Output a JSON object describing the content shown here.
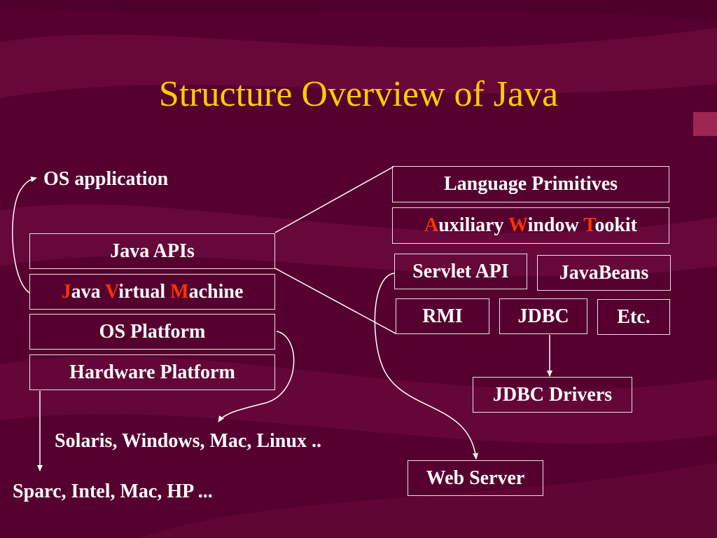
{
  "slide": {
    "title": "Structure Overview of Java"
  },
  "colors": {
    "background": "#5a0030",
    "title": "#ffcc00",
    "text": "#ffffff",
    "highlight": "#ff3300",
    "border": "#e8e0e4"
  },
  "left_stack": {
    "os_application": "OS application",
    "java_apis": "Java APIs",
    "jvm": {
      "j": "J",
      "j_rest": "ava ",
      "v": "V",
      "v_rest": "irtual ",
      "m": "M",
      "m_rest": "achine"
    },
    "os_platform": "OS Platform",
    "hardware_platform": "Hardware Platform",
    "os_examples": "Solaris, Windows, Mac, Linux ..",
    "hardware_examples": "Sparc, Intel, Mac, HP ..."
  },
  "right_group": {
    "language_primitives": "Language Primitives",
    "awt": {
      "a": "A",
      "a_rest": "uxiliary ",
      "w": "W",
      "w_rest": "indow ",
      "t": "T",
      "t_rest": "ookit"
    },
    "servlet_api": "Servlet API",
    "javabeans": "JavaBeans",
    "rmi": "RMI",
    "jdbc": "JDBC",
    "etc": "Etc.",
    "jdbc_drivers": "JDBC Drivers",
    "web_server": "Web Server"
  }
}
